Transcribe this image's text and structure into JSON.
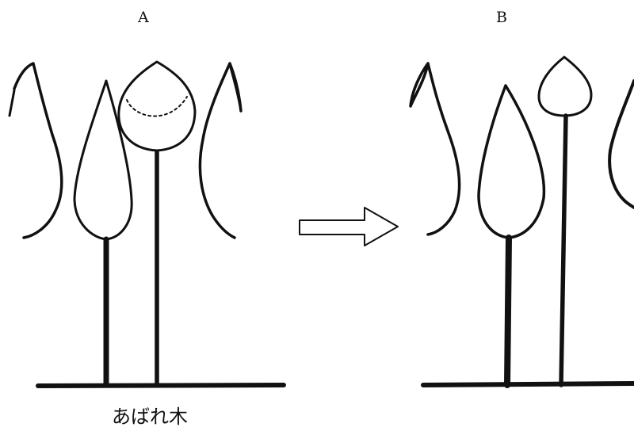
{
  "panels": {
    "a_label": "A",
    "b_label": "B"
  },
  "caption": "あばれ木"
}
